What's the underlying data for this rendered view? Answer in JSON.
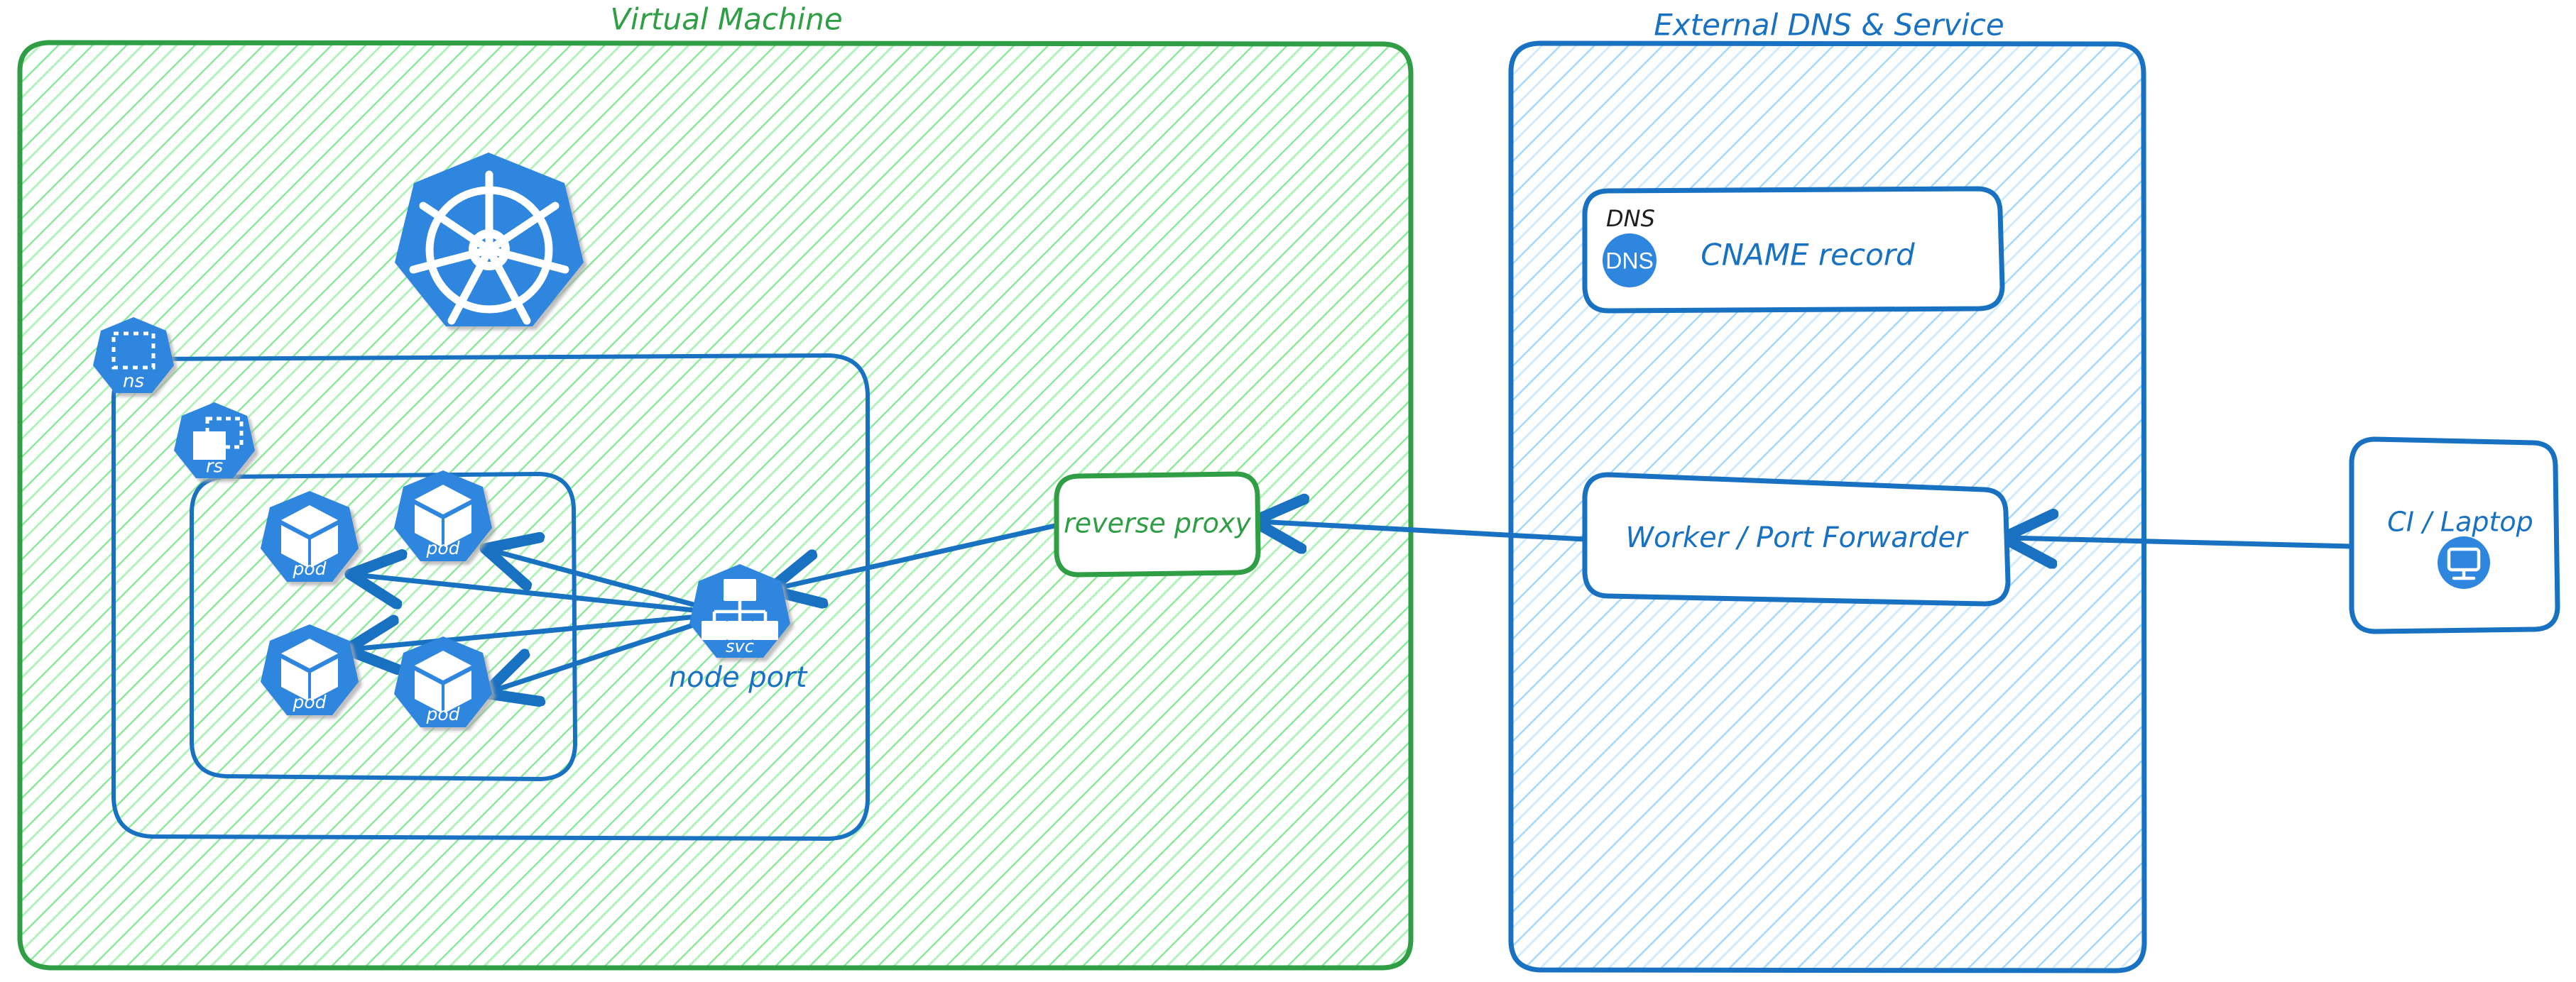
{
  "diagram": {
    "type": "architecture-diagram",
    "style": "hand-drawn",
    "colors": {
      "green_stroke": "#2f9e44",
      "green_hatch": "#8ce99a",
      "blue_stroke": "#1971c2",
      "blue_hatch": "#a5d8ff",
      "k8s_blue": "#2f86de",
      "text_black": "#1e1e1e",
      "white": "#ffffff"
    },
    "panels": [
      {
        "id": "virtual-machine",
        "title": "Virtual Machine",
        "title_color": "#2f9e44",
        "fill": "green-hatch"
      },
      {
        "id": "external-dns-service",
        "title": "External DNS & Service",
        "title_color": "#1971c2",
        "fill": "blue-hatch"
      }
    ],
    "nodes": {
      "kubernetes_logo": {
        "icon": "kubernetes-wheel-icon",
        "label": ""
      },
      "namespace_badge": {
        "icon": "namespace-icon",
        "label": "ns"
      },
      "replicaset_badge": {
        "icon": "replicaset-icon",
        "label": "rs"
      },
      "pods": [
        {
          "icon": "pod-icon",
          "label": "pod"
        },
        {
          "icon": "pod-icon",
          "label": "pod"
        },
        {
          "icon": "pod-icon",
          "label": "pod"
        },
        {
          "icon": "pod-icon",
          "label": "pod"
        }
      ],
      "service": {
        "icon": "service-icon",
        "label": "svc",
        "caption": "node port"
      },
      "reverse_proxy": {
        "label": "reverse proxy",
        "color": "#2f9e44"
      },
      "dns_card": {
        "header": "DNS",
        "badge": "DNS",
        "label": "CNAME record",
        "color": "#1971c2"
      },
      "worker": {
        "label": "Worker / Port Forwarder",
        "color": "#1971c2"
      },
      "client": {
        "label": "CI / Laptop",
        "icon": "desktop-monitor-icon",
        "color": "#1971c2"
      }
    },
    "edges": [
      {
        "from": "service",
        "to": "pod-1",
        "direction": "to"
      },
      {
        "from": "service",
        "to": "pod-2",
        "direction": "to"
      },
      {
        "from": "service",
        "to": "pod-3",
        "direction": "to"
      },
      {
        "from": "service",
        "to": "pod-4",
        "direction": "to"
      },
      {
        "from": "reverse-proxy",
        "to": "service",
        "direction": "to"
      },
      {
        "from": "worker",
        "to": "reverse-proxy",
        "direction": "to"
      },
      {
        "from": "client",
        "to": "worker",
        "direction": "to"
      }
    ]
  }
}
